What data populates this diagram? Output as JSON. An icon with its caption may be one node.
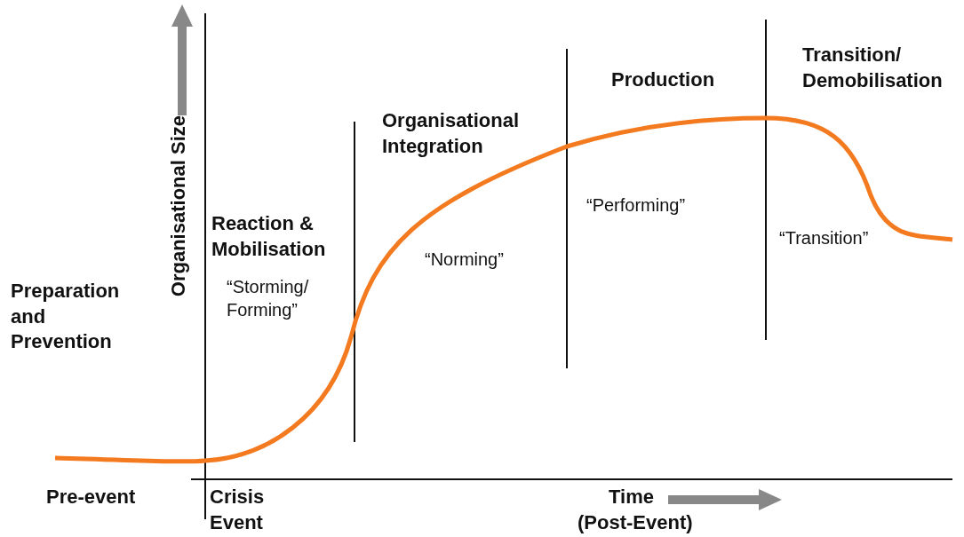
{
  "diagram": {
    "labels": [
      "Transition/ Demobilisation",
      "Production",
      "Organisational Integration",
      "“Performing”",
      "Organisational Size",
      "Reaction & Mobilisation",
      "“Transition”",
      "“Norming”",
      "“Storming/ Forming”",
      "Preparation and Prevention",
      "Pre-event",
      "Crisis Event",
      "Time",
      "(Post-Event)"
    ]
  }
}
